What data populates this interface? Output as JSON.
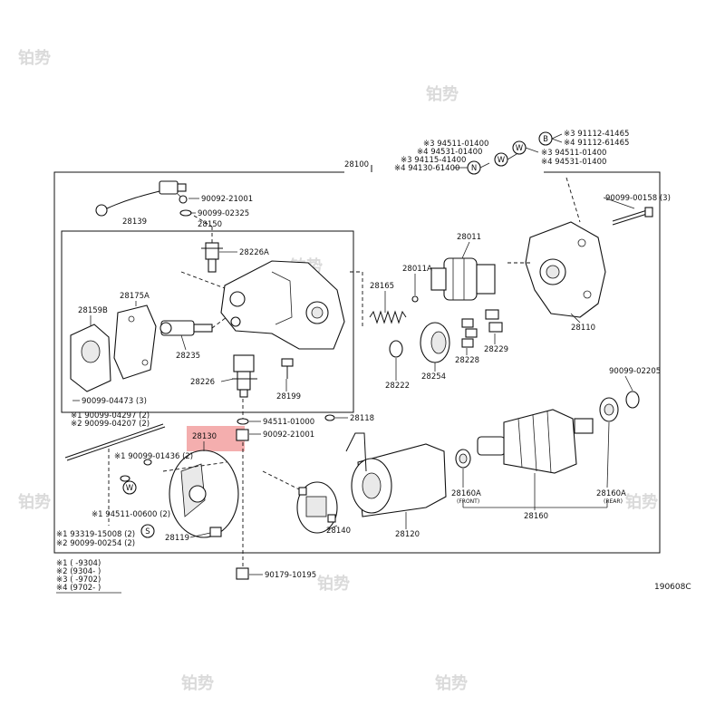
{
  "diagram_code": "190608C",
  "highlight_color": "#f2a0a0",
  "watermark_text": "铂势",
  "top_right_notes": {
    "b": "※3 91112-41465",
    "b2": "※4 91112-61465",
    "w1": "※3 94511-01400",
    "w1b": "※4 94531-01400"
  },
  "top_center_notes": {
    "a": "※3 94511-01400",
    "b": "※4 94531-01400",
    "c": "※3 94115-41400",
    "d": "※4 94130-61400"
  },
  "callout_letters": {
    "b": "B",
    "w": "W",
    "n": "N",
    "s": "S"
  },
  "labels": {
    "p28100": "28100",
    "p28139": "28139",
    "p90092a": "90092-21001",
    "p90099_02325": "90099-02325",
    "p28150": "28150",
    "p28226A": "28226A",
    "p28175A": "28175A",
    "p28159B": "28159B",
    "p28235": "28235",
    "p90099_04473": "90099-04473 (3)",
    "p28226": "28226",
    "p28199": "28199",
    "p94511_01000": "94511-01000",
    "p90092b": "90092-21001",
    "p28118": "28118",
    "p28130": "28130",
    "p90099_04297": "※1 90099-04297 (2)",
    "p90099_04207": "※2 90099-04207 (2)",
    "p90099_01436": "※1 90099-01436 (2)",
    "p94511_00600": "※1 94511-00600 (2)",
    "p93319": "※1 93319-15008 (2)",
    "p90099_00254": "※2 90099-00254 (2)",
    "p28119": "28119",
    "p28140": "28140",
    "p28120": "28120",
    "p90179": "90179-10195",
    "p28011": "28011",
    "p28011A": "28011A",
    "p28165": "28165",
    "p28222": "28222",
    "p28254": "28254",
    "p28228": "28228",
    "p28229": "28229",
    "p28110": "28110",
    "p90099_00158": "90099-00158 (3)",
    "p90099_02205": "90099-02205",
    "p28160A_f": "28160A",
    "p28160A_f_sub": "(FRONT)",
    "p28160A_r": "28160A",
    "p28160A_r_sub": "(REAR)",
    "p28160": "28160"
  },
  "legend": [
    "※1 (      -9304)",
    "※2 (9304-      )",
    "※3 (      -9702)",
    "※4 (9702-      )"
  ]
}
